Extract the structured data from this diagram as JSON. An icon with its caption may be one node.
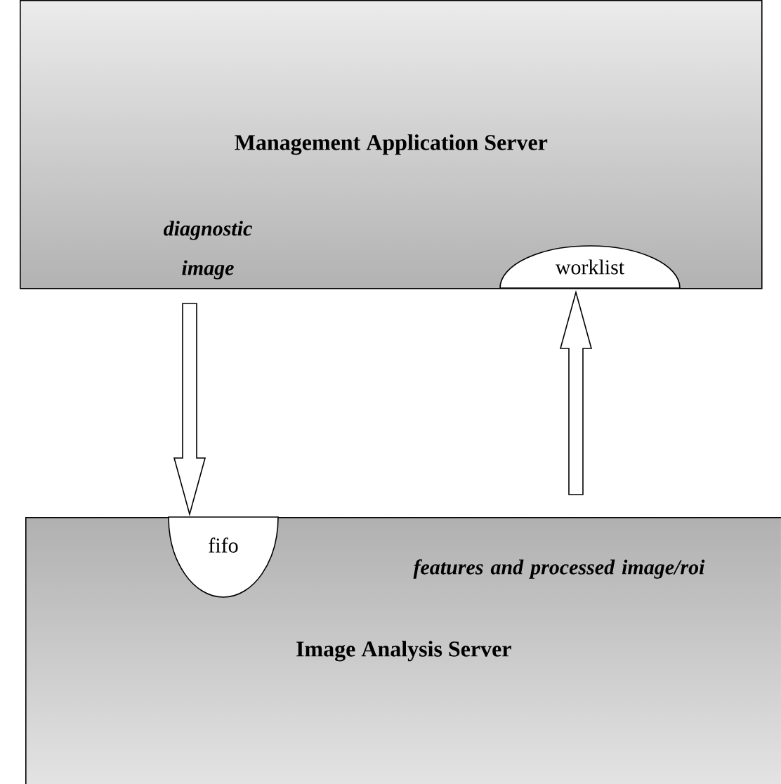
{
  "diagram": {
    "nodes": [
      {
        "text": [
          "Management Application Server"
        ]
      },
      {
        "text": [
          "worklist"
        ],
        "in": 0
      },
      {
        "text": [
          "Image Analysis Server"
        ]
      },
      {
        "text": [
          "fifo"
        ],
        "in": 2
      }
    ],
    "edges": [
      {
        "from": 0,
        "to": 3,
        "arrow": "to"
      },
      {
        "from": 2,
        "to": 1,
        "arrow": "to"
      }
    ],
    "labels": [
      "diagnostic image",
      "features and processed image/roi"
    ]
  }
}
